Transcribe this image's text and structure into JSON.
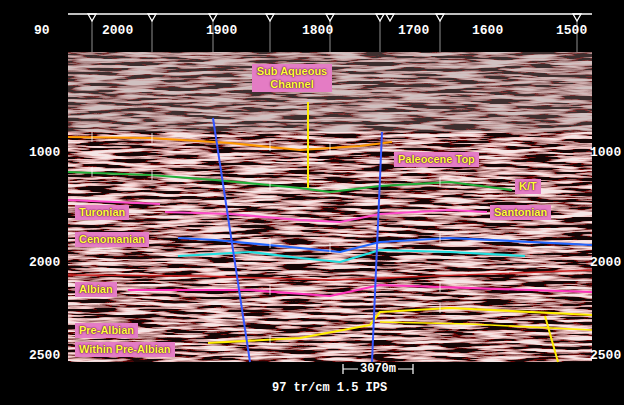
{
  "diagram": {
    "nodes": [
      {
        "text": [
          "Sub Aqueous Channel"
        ]
      },
      {
        "text": [
          "Paleocene Top"
        ]
      },
      {
        "text": [
          "K/T"
        ]
      },
      {
        "text": [
          "Turonian"
        ]
      },
      {
        "text": [
          "Santonian"
        ]
      },
      {
        "text": [
          "Cenomanian"
        ]
      },
      {
        "text": [
          "Albian"
        ]
      },
      {
        "text": [
          "Pre-Albian"
        ]
      },
      {
        "text": [
          "Within Pre-Albian"
        ]
      }
    ],
    "labels": [
      "90",
      "2000",
      "1900",
      "1800",
      "1700",
      "1600",
      "1500",
      "1000",
      "2000",
      "2500",
      "1000",
      "2000",
      "2500",
      "3070m",
      "97 tr/cm 1.5 IPS"
    ]
  }
}
